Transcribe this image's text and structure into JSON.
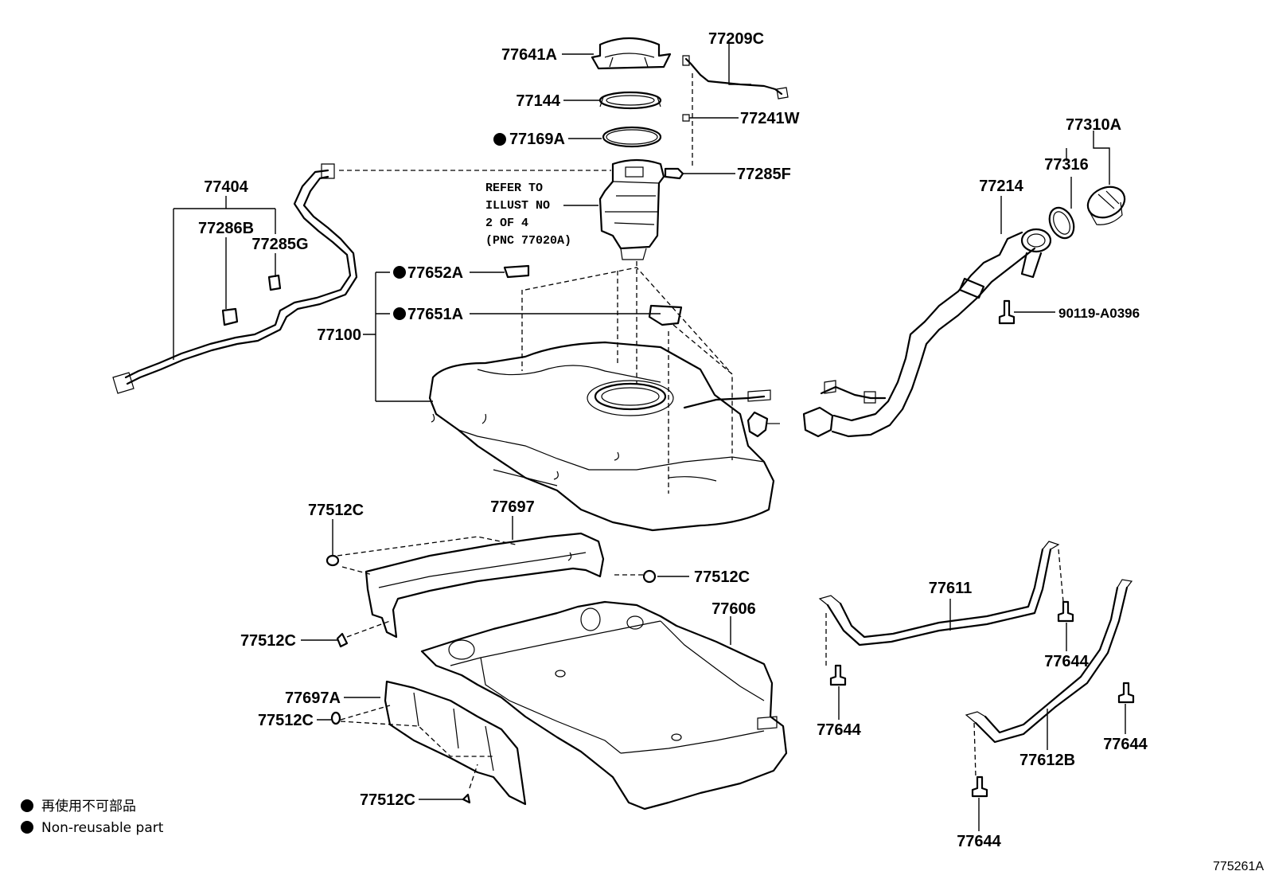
{
  "parts": {
    "p77641A": "77641A",
    "p77209C": "77209C",
    "p77144": "77144",
    "p77241W": "77241W",
    "p77169A": "77169A",
    "p77285F": "77285F",
    "p77310A": "77310A",
    "p77316": "77316",
    "p77214": "77214",
    "p90119": "90119-A0396",
    "p77404": "77404",
    "p77286B": "77286B",
    "p77285G": "77285G",
    "p77652A": "77652A",
    "p77651A": "77651A",
    "p77100": "77100",
    "p77512C_a": "77512C",
    "p77697": "77697",
    "p77512C_b": "77512C",
    "p77606": "77606",
    "p77512C_c": "77512C",
    "p77697A": "77697A",
    "p77512C_d": "77512C",
    "p77512C_e": "77512C",
    "p77611": "77611",
    "p77644_a": "77644",
    "p77644_b": "77644",
    "p77644_c": "77644",
    "p77644_d": "77644",
    "p77612B": "77612B"
  },
  "refer_note": {
    "line1": "REFER TO",
    "line2": "ILLUST NO",
    "line3": "2 OF 4",
    "line4": "(PNC 77020A)"
  },
  "legend": {
    "jp": "再使用不可部品",
    "en": "Non-reusable part"
  },
  "illustration_number": "775261A"
}
